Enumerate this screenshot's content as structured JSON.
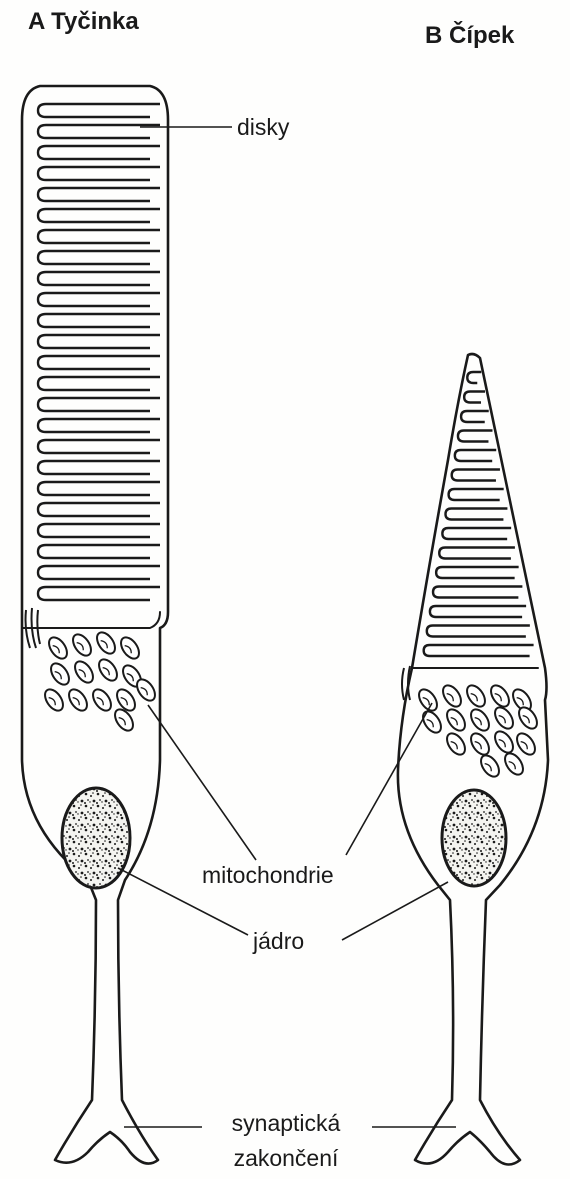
{
  "panels": {
    "rod": {
      "letter": "A",
      "name": "Tyčinka"
    },
    "cone": {
      "letter": "B",
      "name": "Čípek"
    }
  },
  "labels": {
    "discs": "disky",
    "mitochondria": "mitochondrie",
    "nucleus": "jádro",
    "synaptic_line1": "synaptická",
    "synaptic_line2": "zakončení"
  },
  "colors": {
    "ink": "#1a1a1a",
    "paper": "#fefefd"
  }
}
